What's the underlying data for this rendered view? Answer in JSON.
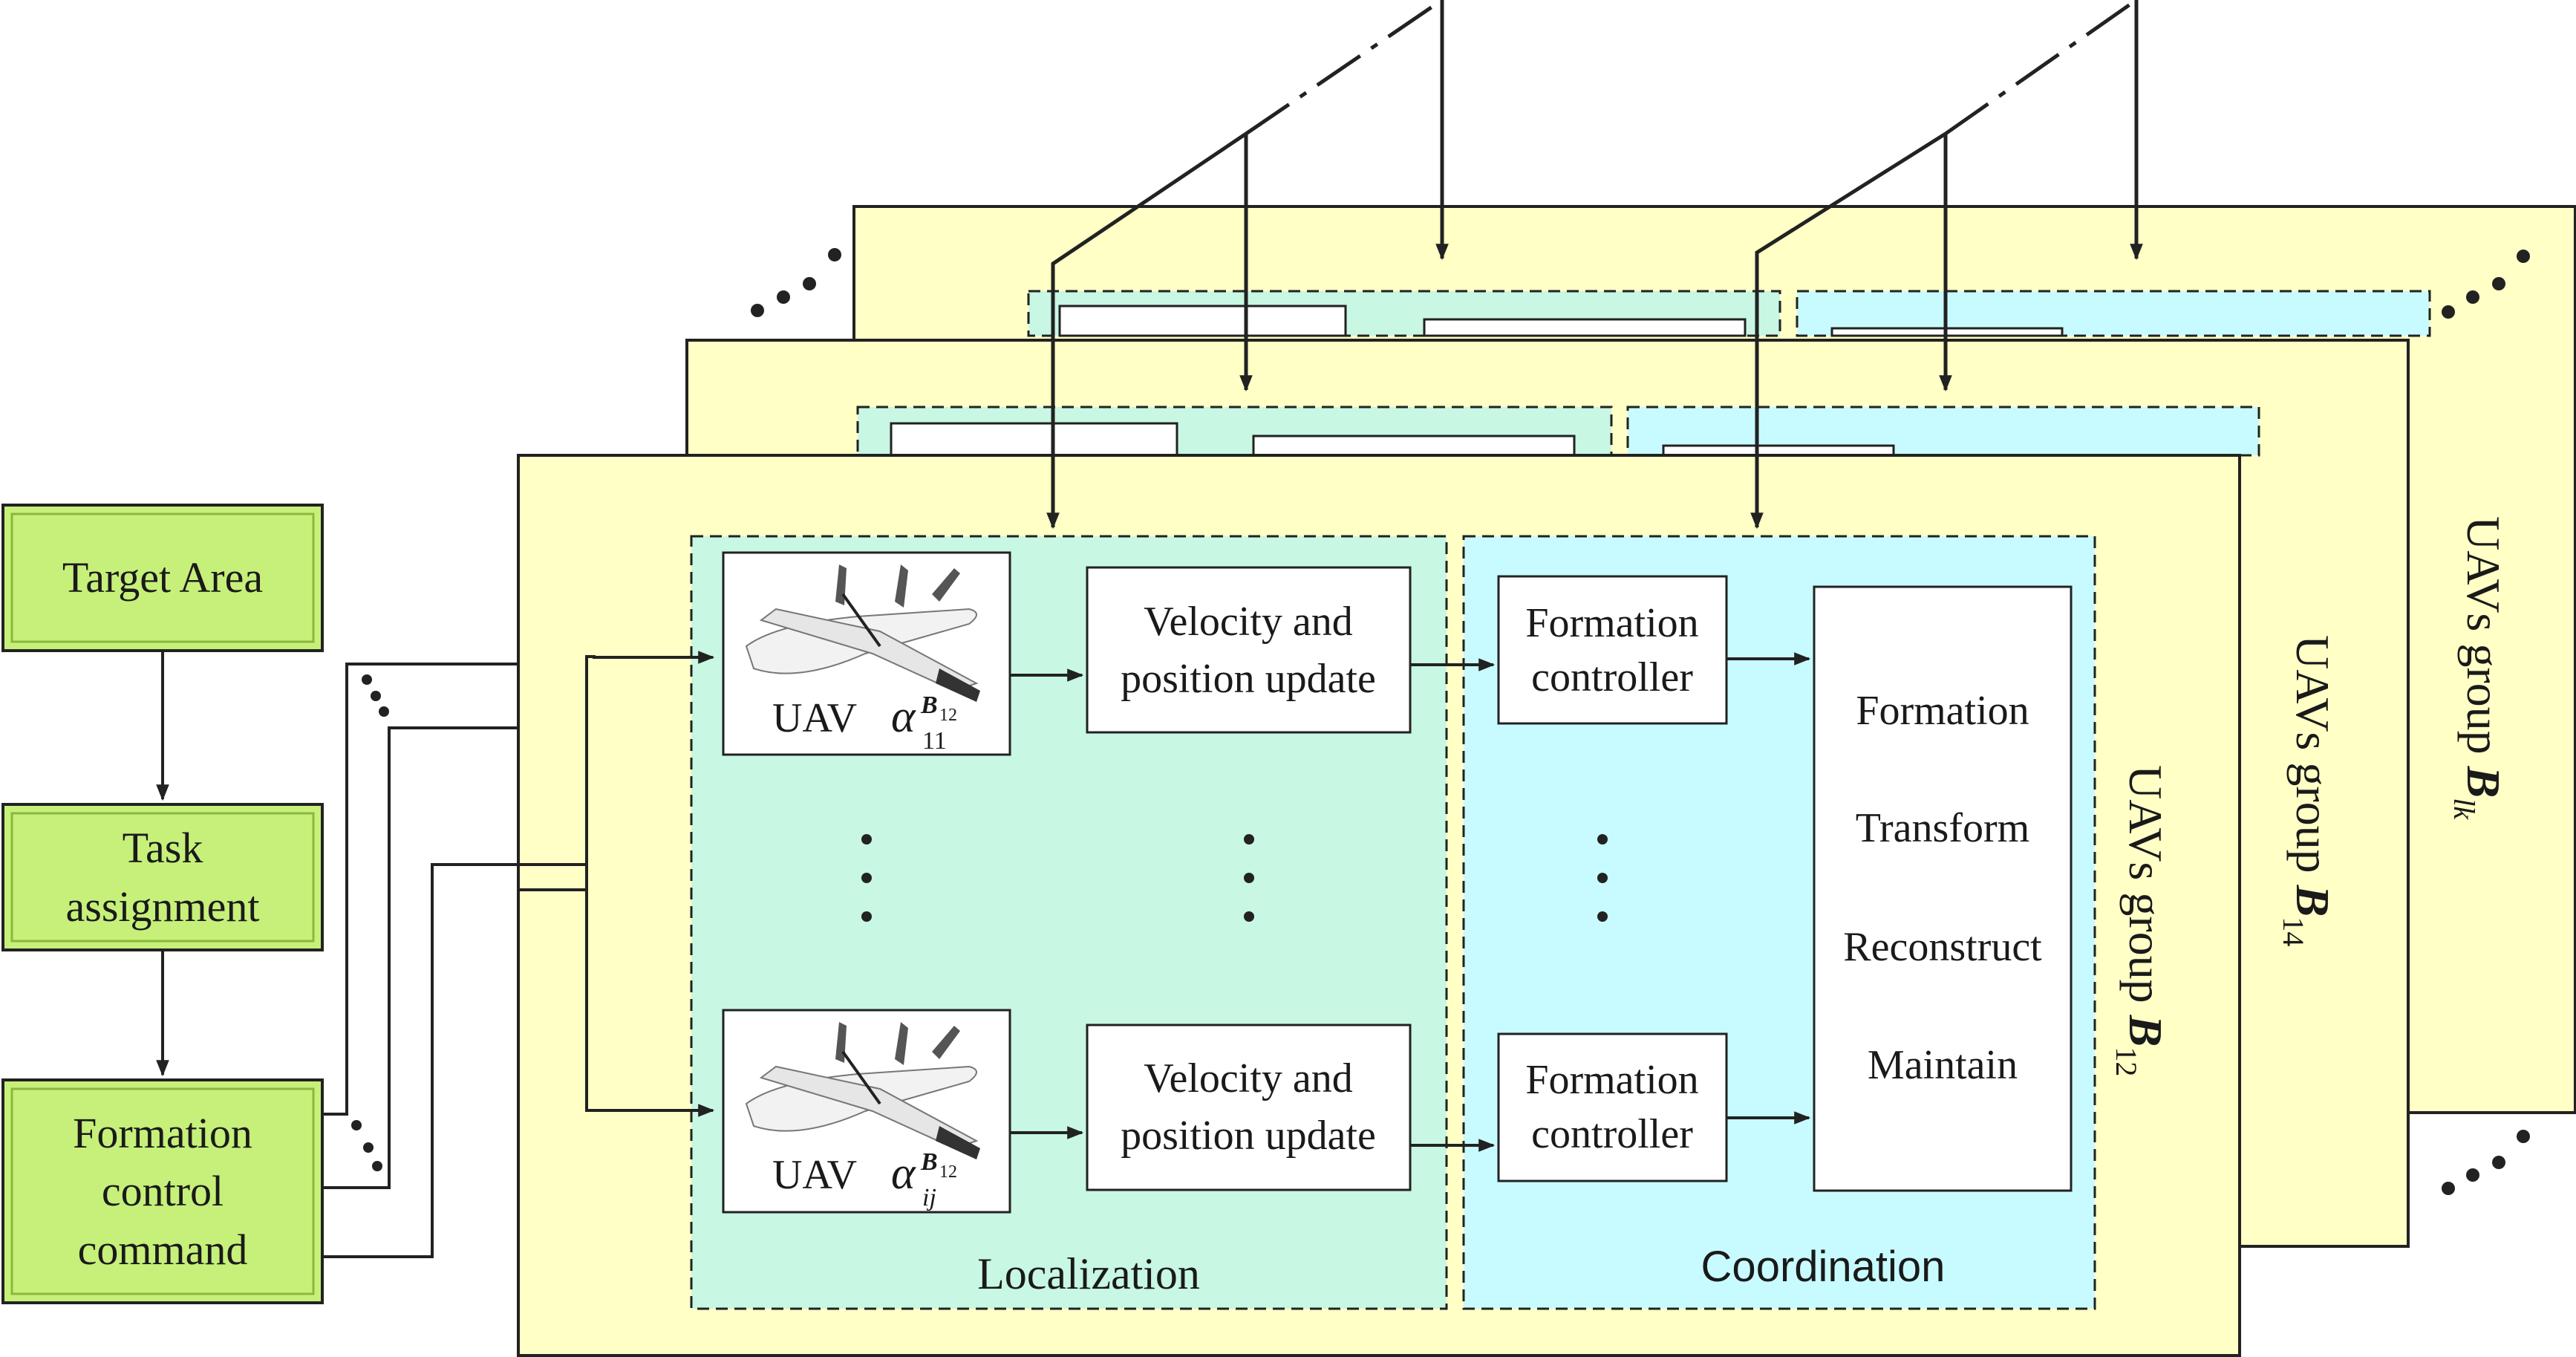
{
  "colors": {
    "group_fill": "#ffffc6",
    "localization_fill": "#c8f7e3",
    "coordination_fill": "#c8fbff",
    "left_box_fill": "#c6f07a",
    "stroke": "#222222"
  },
  "left_column": {
    "target_area": "Target Area",
    "task_assignment": [
      "Task",
      "assignment"
    ],
    "formation_control_command": [
      "Formation",
      "control",
      "command"
    ]
  },
  "groups": {
    "front": {
      "prefix": "UAVs  group ",
      "symbol": "B",
      "subscript": "12"
    },
    "middle": {
      "prefix": "UAVs  group ",
      "symbol": "B",
      "subscript": "14"
    },
    "back": {
      "prefix": "UAVs  group ",
      "symbol": "B",
      "subscript": "lk"
    }
  },
  "localization": {
    "label": "Localization",
    "uav_top": {
      "text": "UAV",
      "symbol": "α",
      "sub": "11",
      "sup_symbol": "B",
      "sup_sub": "12"
    },
    "uav_bottom": {
      "text": "UAV",
      "symbol": "α",
      "sub": "ij",
      "sup_symbol": "B",
      "sup_sub": "12"
    },
    "velocity_update": [
      "Velocity and",
      "position update"
    ]
  },
  "coordination": {
    "label": "Coordination",
    "formation_controller": [
      "Formation",
      "controller"
    ],
    "actions": [
      "Formation",
      "Transform",
      "Reconstruct",
      "Maintain"
    ]
  }
}
